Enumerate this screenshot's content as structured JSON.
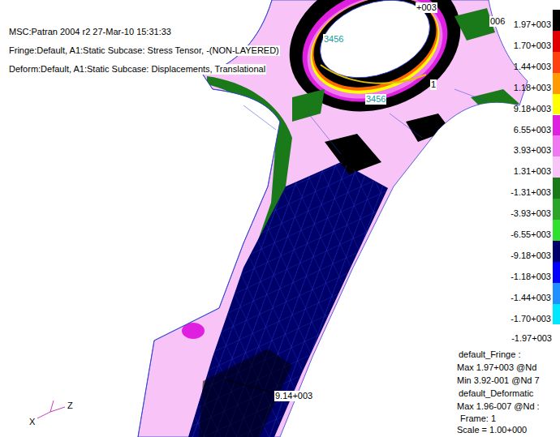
{
  "diagram": {
    "labels": [
      "MSC:Patran 2004 r2 27-Mar-10 15:31:33",
      "Fringe:Default, A1:Static Subcase: Stress Tensor, -(NON-LAYERED)",
      "Deform:Default, A1:Static Subcase: Displacements, Translational",
      "+003",
      "006",
      "3456",
      "1",
      "3456",
      "9.14+003",
      "-1.97+003",
      "default_Fringe :",
      "Max 1.97+003 @Nd",
      "Min 3.92-001 @Nd 7",
      "default_Deformatic",
      "Max 1.96-007 @Nd :",
      "Frame: 1",
      "Scale = 1.00+000",
      "X",
      "Z"
    ],
    "legend": [
      {
        "text": "1.97+003",
        "color": "#000000"
      },
      {
        "text": "1.70+003",
        "color": "#e00000"
      },
      {
        "text": "1.44+003",
        "color": "#ff4010"
      },
      {
        "text": "1.18+003",
        "color": "#ff9a00"
      },
      {
        "text": "9.18+003",
        "color": "#ffff00"
      },
      {
        "text": "6.55+003",
        "color": "#e020e0"
      },
      {
        "text": "3.93+003",
        "color": "#f078f0"
      },
      {
        "text": "1.31+003",
        "color": "#f8c4f8"
      },
      {
        "text": "-1.31+003",
        "color": "#1a7a1a"
      },
      {
        "text": "-3.93+003",
        "color": "#2aa52a"
      },
      {
        "text": "-6.55+003",
        "color": "#30e030"
      },
      {
        "text": "-9.18+003",
        "color": "#00006a"
      },
      {
        "text": "-1.18+003",
        "color": "#0000ff"
      },
      {
        "text": "-1.44+003",
        "color": "#2090ff"
      },
      {
        "text": "-1.70+003",
        "color": "#00e8ff"
      }
    ]
  }
}
